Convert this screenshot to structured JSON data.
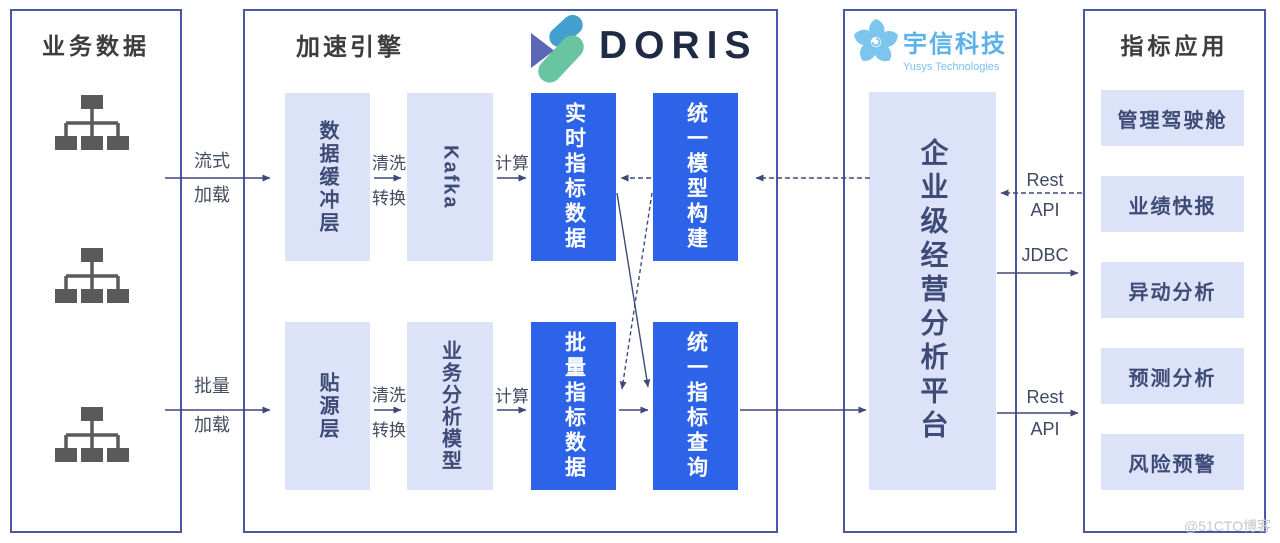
{
  "business_data": {
    "title": "业务数据"
  },
  "engine": {
    "title": "加速引擎",
    "doris_wordmark": "DORIS",
    "buffer_layer": "数据缓冲层",
    "kafka": "Kafka",
    "realtime_metrics": "实时指标数据",
    "unified_model": "统一模型构建",
    "ods_layer": "贴源层",
    "biz_model": "业务分析模型",
    "batch_metrics": "批量指标数据",
    "unified_query": "统一指标查询"
  },
  "platform": {
    "vendor": "宇信科技",
    "vendor_en": "Yusys Technologies",
    "name": "企业级经营分析平台"
  },
  "apps": {
    "title": "指标应用",
    "items": [
      "管理驾驶舱",
      "业绩快报",
      "异动分析",
      "预测分析",
      "风险预警"
    ]
  },
  "flow": {
    "stream_line1": "流式",
    "stream_line2": "加载",
    "batch_line1": "批量",
    "batch_line2": "加载",
    "clean_line1": "清洗",
    "clean_line2": "转换",
    "compute": "计算",
    "rest": "Rest",
    "api": "API",
    "jdbc": "JDBC"
  },
  "watermark": "@51CTO博客",
  "colors": {
    "accent_blue": "#2d63e8",
    "light_box": "#dce3f8",
    "panel_border": "#4a57a5",
    "vendor_blue": "#5bb2e9",
    "arrow": "#3e4a78"
  }
}
